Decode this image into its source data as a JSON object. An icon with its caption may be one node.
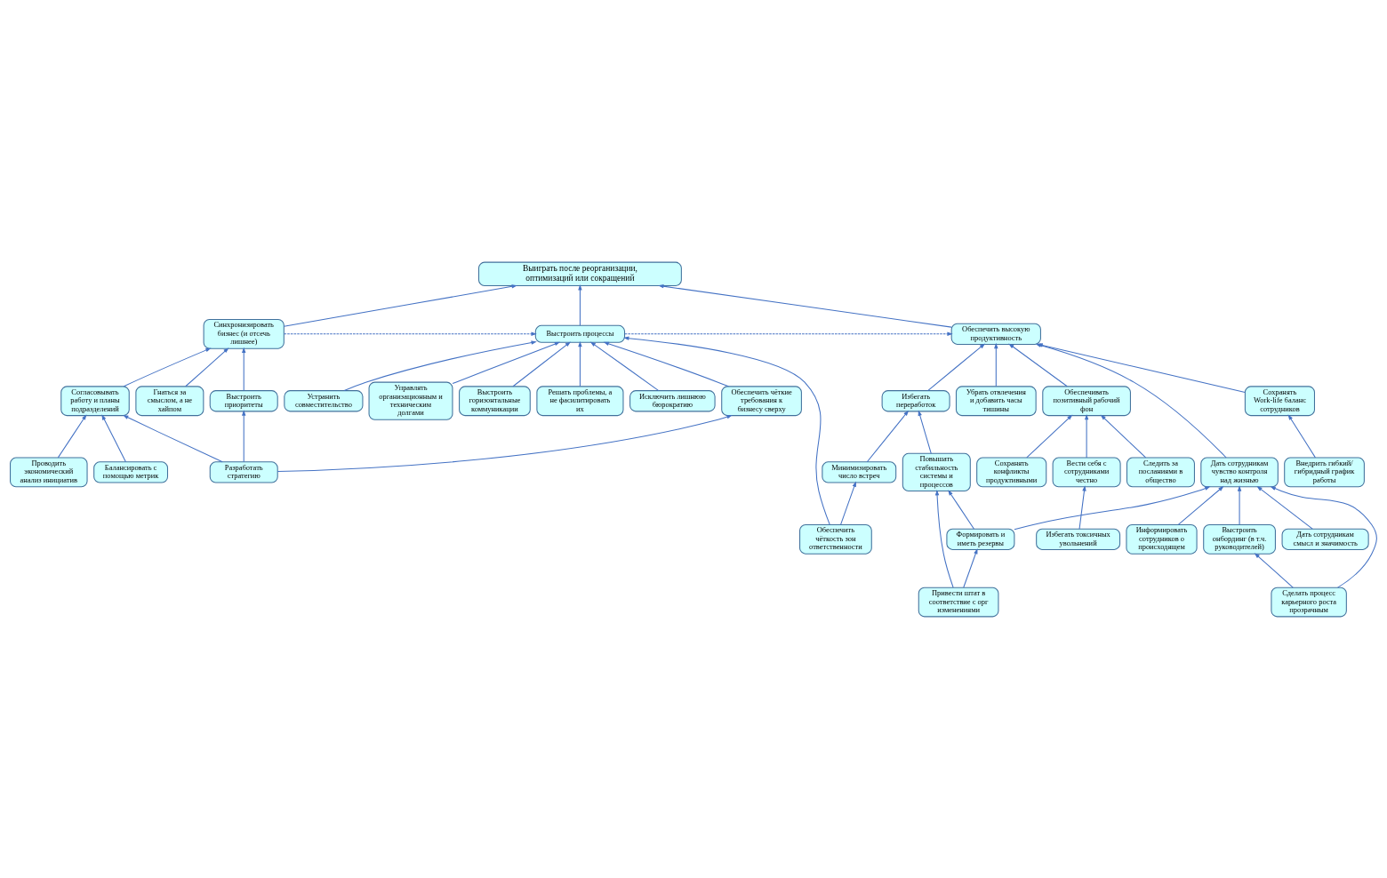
{
  "diagram": {
    "nodes": [
      {
        "text": [
          "Выиграть после реорганизации, оптимизаций или сокращений"
        ]
      },
      {
        "text": [
          "Синхронизировать бизнес (и отсечь лишнее)"
        ]
      },
      {
        "text": [
          "Выстроить процессы"
        ]
      },
      {
        "text": [
          "Обеспечить высокую продуктивность"
        ]
      },
      {
        "text": [
          "Устранить совместительство"
        ]
      },
      {
        "text": [
          "Управлять организационным и техническим долгами"
        ]
      },
      {
        "text": [
          "Убрать отвлечения и добавить часы тишины"
        ]
      },
      {
        "text": [
          "Обеспечивать позитивный рабочий фон"
        ]
      },
      {
        "text": [
          "Выстроить приоритеты"
        ]
      },
      {
        "text": [
          "Гнаться за смыслом, а не хайпом"
        ]
      },
      {
        "text": [
          "Выстроить горизонтальные коммуникации"
        ]
      },
      {
        "text": [
          "Избегать переработок"
        ]
      },
      {
        "text": [
          "Дать сотрудникам чувство контроля над жизнью"
        ]
      },
      {
        "text": [
          "Следить за посланиями в общество"
        ]
      },
      {
        "text": [
          "Согласовывать работу и планы подразделений"
        ]
      },
      {
        "text": [
          "Обеспечить чёткие требования к бизнесу сверху"
        ]
      },
      {
        "text": [
          "Решать проблемы, а не фасилитировать их"
        ]
      },
      {
        "text": [
          "Информировать сотрудников о происходящем"
        ]
      },
      {
        "text": [
          "Сохранять Work-life баланс сотрудников"
        ]
      },
      {
        "text": [
          "Вести себя с сотрудниками честно"
        ]
      },
      {
        "text": [
          "Проводить экономический анализ инициатив"
        ]
      },
      {
        "text": [
          "Повышать стабильность системы и процессов"
        ]
      },
      {
        "text": [
          "Исключить лишнюю бюрократию"
        ]
      },
      {
        "text": [
          "Формировать и иметь резервы"
        ]
      },
      {
        "text": [
          "Внедрить гибкий/ гибридный график работы"
        ]
      },
      {
        "text": [
          "Избегать токсичных увольнений"
        ]
      },
      {
        "text": [
          "Балансировать с помощью метрик"
        ]
      },
      {
        "text": [
          "Минимизировать число встреч"
        ]
      },
      {
        "text": [
          "Выстроить онбординг (в т.ч. руководителей)"
        ]
      },
      {
        "text": [
          "Разработать стратегию"
        ]
      },
      {
        "text": [
          "Обеспечить чёткость зон ответственности"
        ]
      },
      {
        "text": [
          "Привести штат в соответствие с орг изменениями"
        ]
      },
      {
        "text": [
          "Дать сотрудникам смысл и значимость"
        ]
      },
      {
        "text": [
          "Сделать процесс карьерного роста прозрачным"
        ]
      },
      {
        "text": [
          "Сохранять конфликты продуктивными"
        ]
      }
    ],
    "edges": [
      {
        "from": 1,
        "to": 0,
        "arrow": "to"
      },
      {
        "from": 2,
        "to": 0,
        "arrow": "to"
      },
      {
        "from": 3,
        "to": 0,
        "arrow": "to"
      },
      {
        "from": 1,
        "to": 2,
        "arrow": "to",
        "style": "dashed"
      },
      {
        "from": 2,
        "to": 3,
        "arrow": "to",
        "style": "dashed"
      },
      {
        "from": 4,
        "to": 2,
        "arrow": "to"
      },
      {
        "from": 5,
        "to": 2,
        "arrow": "to"
      },
      {
        "from": 6,
        "to": 3,
        "arrow": "to"
      },
      {
        "from": 7,
        "to": 3,
        "arrow": "to"
      },
      {
        "from": 8,
        "to": 1,
        "arrow": "to"
      },
      {
        "from": 9,
        "to": 1,
        "arrow": "to"
      },
      {
        "from": 14,
        "to": 1,
        "arrow": "to"
      },
      {
        "from": 15,
        "to": 2,
        "arrow": "to"
      },
      {
        "from": 10,
        "to": 2,
        "arrow": "to"
      },
      {
        "from": 16,
        "to": 2,
        "arrow": "to"
      },
      {
        "from": 22,
        "to": 2,
        "arrow": "to"
      },
      {
        "from": 30,
        "to": 2,
        "arrow": "to"
      },
      {
        "from": 11,
        "to": 3,
        "arrow": "to"
      },
      {
        "from": 12,
        "to": 3,
        "arrow": "to"
      },
      {
        "from": 18,
        "to": 3,
        "arrow": "to"
      },
      {
        "from": 13,
        "to": 7,
        "arrow": "to"
      },
      {
        "from": 19,
        "to": 7,
        "arrow": "to"
      },
      {
        "from": 34,
        "to": 7,
        "arrow": "to"
      },
      {
        "from": 29,
        "to": 8,
        "arrow": "to"
      },
      {
        "from": 29,
        "to": 14,
        "arrow": "to"
      },
      {
        "from": 29,
        "to": 15,
        "arrow": "to"
      },
      {
        "from": 20,
        "to": 14,
        "arrow": "to"
      },
      {
        "from": 26,
        "to": 14,
        "arrow": "to"
      },
      {
        "from": 21,
        "to": 11,
        "arrow": "to"
      },
      {
        "from": 27,
        "to": 11,
        "arrow": "to"
      },
      {
        "from": 30,
        "to": 27,
        "arrow": "to"
      },
      {
        "from": 31,
        "to": 21,
        "arrow": "to"
      },
      {
        "from": 31,
        "to": 23,
        "arrow": "to"
      },
      {
        "from": 23,
        "to": 21,
        "arrow": "to"
      },
      {
        "from": 23,
        "to": 12,
        "arrow": "to"
      },
      {
        "from": 17,
        "to": 12,
        "arrow": "to"
      },
      {
        "from": 32,
        "to": 12,
        "arrow": "to"
      },
      {
        "from": 28,
        "to": 12,
        "arrow": "to"
      },
      {
        "from": 33,
        "to": 12,
        "arrow": "to"
      },
      {
        "from": 33,
        "to": 28,
        "arrow": "to"
      },
      {
        "from": 24,
        "to": 18,
        "arrow": "to"
      },
      {
        "from": 25,
        "to": 19,
        "arrow": "to"
      }
    ]
  }
}
